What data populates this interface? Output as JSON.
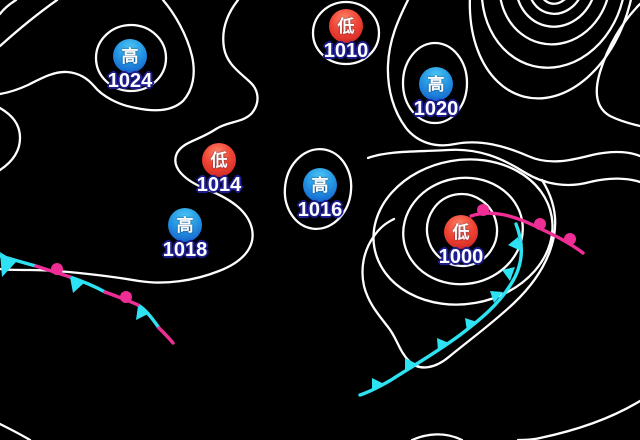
{
  "colors": {
    "background": "#000000",
    "isobar": "#ffffff",
    "cold_front": "#2de2f2",
    "warm_front": "#ee2d95",
    "high_top": "#4cc8f7",
    "high_bottom": "#1153c9",
    "low_top": "#ff8a6e",
    "low_bottom": "#c81d1d",
    "value_outline": "#1d1d8f"
  },
  "pressure_centers": [
    {
      "id": "high-1024",
      "type": "high",
      "label": "高",
      "value": "1024"
    },
    {
      "id": "low-1010",
      "type": "low",
      "label": "低",
      "value": "1010"
    },
    {
      "id": "high-1020",
      "type": "high",
      "label": "高",
      "value": "1020"
    },
    {
      "id": "low-1014",
      "type": "low",
      "label": "低",
      "value": "1014"
    },
    {
      "id": "high-1016",
      "type": "high",
      "label": "高",
      "value": "1016"
    },
    {
      "id": "high-1018",
      "type": "high",
      "label": "高",
      "value": "1018"
    },
    {
      "id": "low-1000",
      "type": "low",
      "label": "低",
      "value": "1000"
    }
  ],
  "fronts": [
    {
      "name": "stationary-front-west",
      "type": "stationary"
    },
    {
      "name": "warm-front-east",
      "type": "warm"
    },
    {
      "name": "cold-front-east",
      "type": "cold"
    }
  ]
}
